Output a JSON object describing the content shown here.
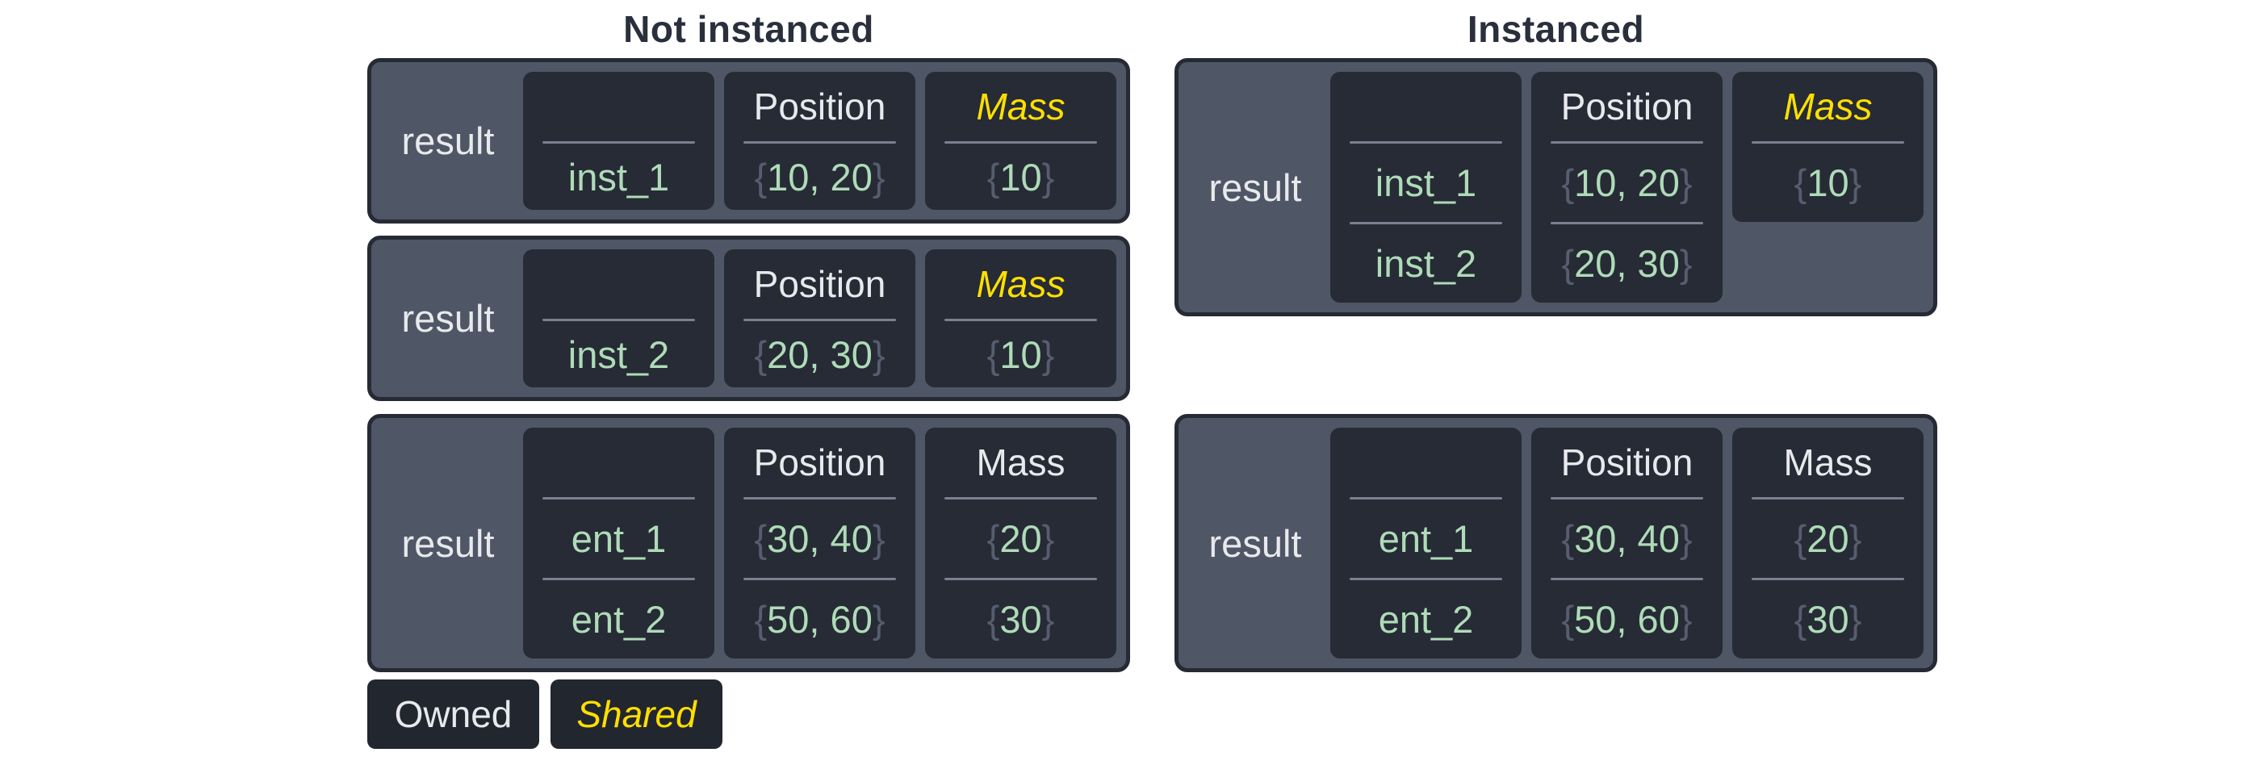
{
  "titles": {
    "left": "Not instanced",
    "right": "Instanced"
  },
  "tokens": {
    "brace_open": "{",
    "brace_close": "}"
  },
  "colors": {
    "page_background": "#FFFFFF",
    "title_text": "#2A2F3C",
    "box_background": "#4F5665",
    "box_border": "#262A34",
    "cell_background": "#262B35",
    "divider": "#7A8090",
    "owned_text": "#E7E9ED",
    "shared_text": "#FFDF00",
    "value_text": "#AFDBB8",
    "brace_text": "#565D6F"
  },
  "left_boxes": [
    {
      "result_label": "result",
      "entities": [
        "inst_1"
      ],
      "position": {
        "header": "Position",
        "values": [
          "10, 20"
        ]
      },
      "mass": {
        "header": "Mass",
        "values": [
          "10"
        ]
      }
    },
    {
      "result_label": "result",
      "entities": [
        "inst_2"
      ],
      "position": {
        "header": "Position",
        "values": [
          "20, 30"
        ]
      },
      "mass": {
        "header": "Mass",
        "values": [
          "10"
        ]
      }
    },
    {
      "result_label": "result",
      "entities": [
        "ent_1",
        "ent_2"
      ],
      "position": {
        "header": "Position",
        "values": [
          "30, 40",
          "50, 60"
        ]
      },
      "mass": {
        "header": "Mass",
        "values": [
          "20",
          "30"
        ]
      }
    }
  ],
  "right_boxes": [
    {
      "result_label": "result",
      "entities": [
        "inst_1",
        "inst_2"
      ],
      "position": {
        "header": "Position",
        "values": [
          "10, 20",
          "20, 30"
        ]
      },
      "mass": {
        "header": "Mass",
        "values": [
          "10"
        ]
      }
    },
    {
      "result_label": "result",
      "entities": [
        "ent_1",
        "ent_2"
      ],
      "position": {
        "header": "Position",
        "values": [
          "30, 40",
          "50, 60"
        ]
      },
      "mass": {
        "header": "Mass",
        "values": [
          "20",
          "30"
        ]
      }
    }
  ],
  "legend": {
    "owned_label": "Owned",
    "shared_label": "Shared"
  }
}
